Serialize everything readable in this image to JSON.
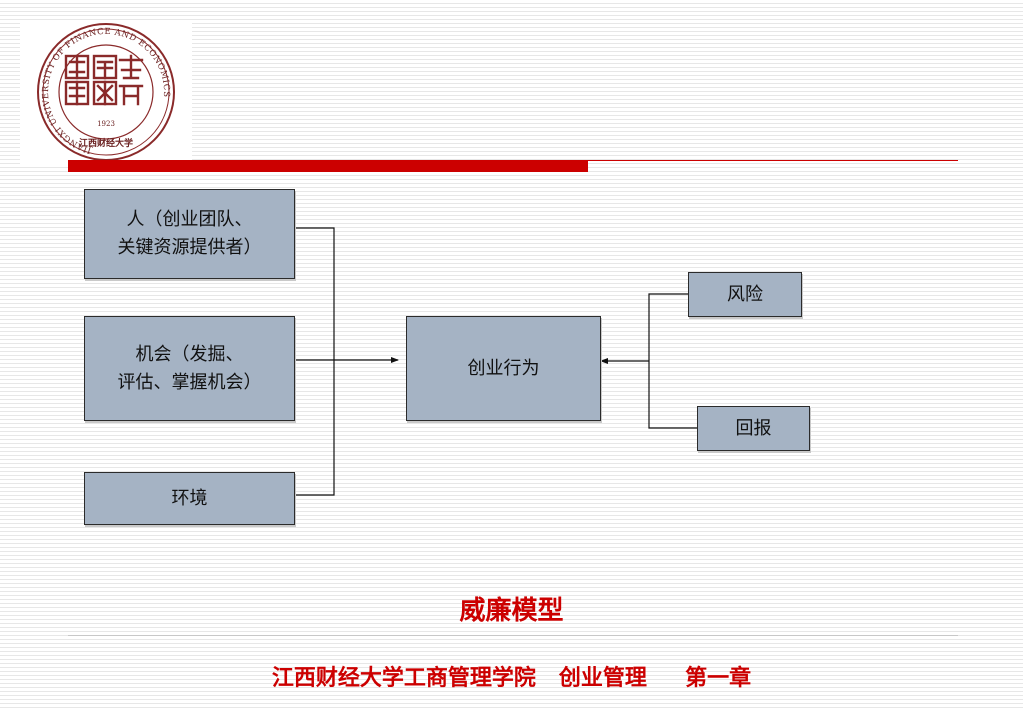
{
  "logo": {
    "ring_text": "JIANGXI UNIVERSITY OF FINANCE AND ECONOMICS",
    "year": "1923",
    "motto": "信敏廉毅",
    "chinese_name": "江西财经大学"
  },
  "diagram": {
    "inputs": [
      {
        "id": "people",
        "label": "人（创业团队、\n关键资源提供者）"
      },
      {
        "id": "opportunity",
        "label": "机会（发掘、\n评估、掌握机会）"
      },
      {
        "id": "environment",
        "label": "环境"
      }
    ],
    "center": {
      "label": "创业行为"
    },
    "outcomes": [
      {
        "id": "risk",
        "label": "风险"
      },
      {
        "id": "reward",
        "label": "回报"
      }
    ]
  },
  "caption": {
    "title": "威廉模型",
    "footer": "江西财经大学工商管理学院   创业管理     第一章"
  },
  "colors": {
    "accent": "#cc0000",
    "box_fill": "#a5b3c4",
    "box_border": "#2b2b2b"
  }
}
